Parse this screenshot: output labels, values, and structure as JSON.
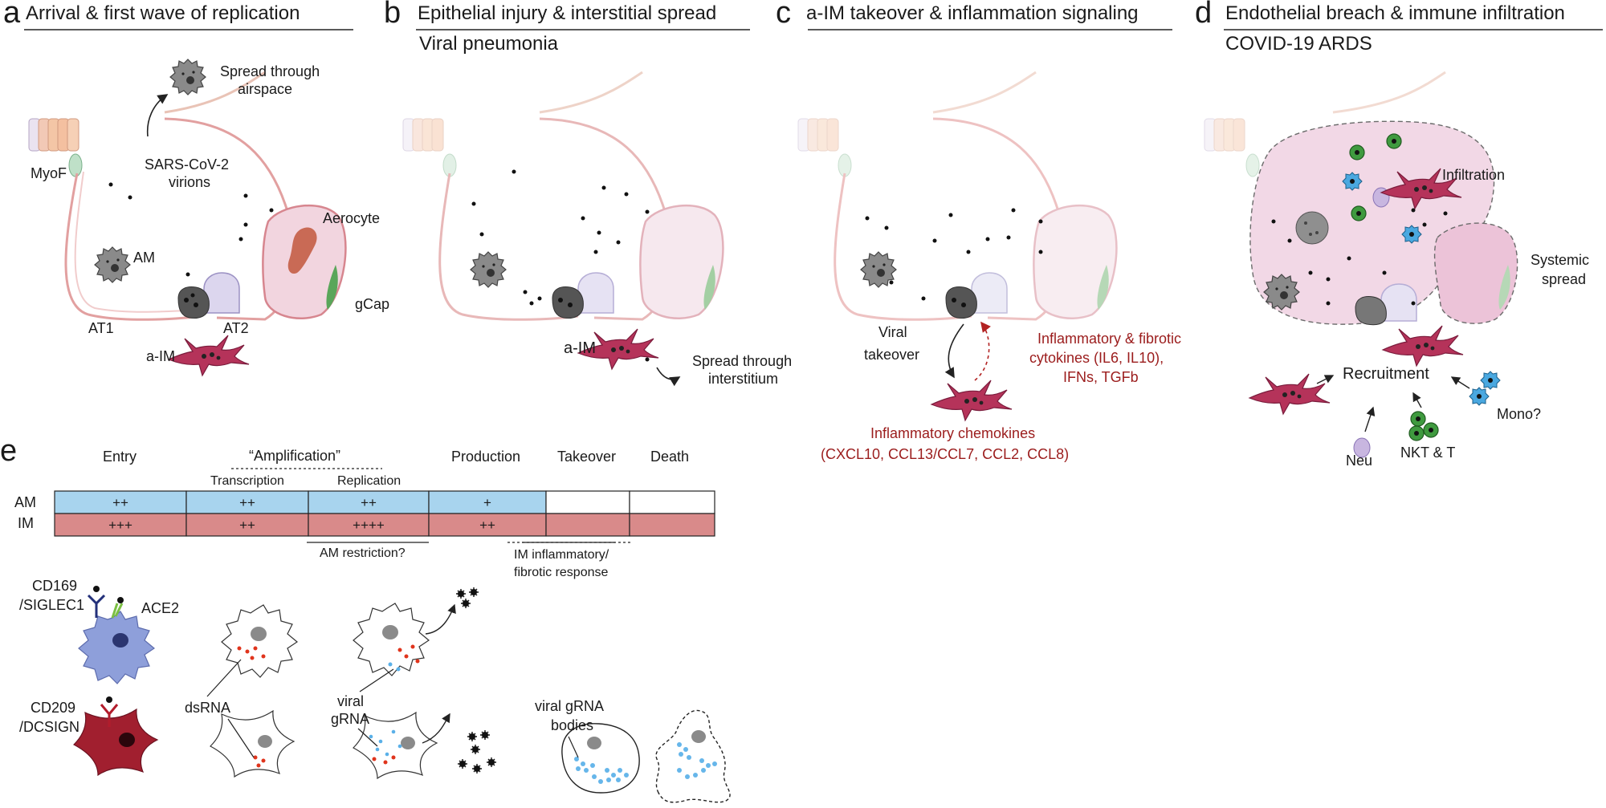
{
  "panels": [
    {
      "letter": "a",
      "title": "Arrival & first wave of replication",
      "subtitle": ""
    },
    {
      "letter": "b",
      "title": "Epithelial injury & interstitial spread",
      "subtitle": "Viral pneumonia"
    },
    {
      "letter": "c",
      "title": "a-IM takeover & inflammation signaling",
      "subtitle": ""
    },
    {
      "letter": "d",
      "title": "Endothelial breach & immune infiltration",
      "subtitle": "COVID-19 ARDS"
    }
  ],
  "panel_a": {
    "spread_airspace": [
      "Spread through",
      "airspace"
    ],
    "virions": [
      "SARS-CoV-2",
      "virions"
    ],
    "myof": "MyoF",
    "aerocyte": "Aerocyte",
    "am": "AM",
    "gcap": "gCap",
    "at1": "AT1",
    "at2": "AT2",
    "aim": "a-IM"
  },
  "panel_b": {
    "aim": "a-IM",
    "spread_interstitium": [
      "Spread through",
      "interstitium"
    ]
  },
  "panel_c": {
    "viral_takeover": [
      "Viral",
      "takeover"
    ],
    "cytokines": [
      "Inflammatory & fibrotic",
      "cytokines (IL6, IL10),",
      "IFNs, TGFb"
    ],
    "chemokines": [
      "Inflammatory chemokines",
      "(CXCL10, CCL13/CCL7, CCL2, CCL8)"
    ]
  },
  "panel_d": {
    "infiltration": "Infiltration",
    "systemic": [
      "Systemic",
      "spread"
    ],
    "recruitment": "Recruitment",
    "neu": "Neu",
    "nkt": "NKT & T",
    "mono": "Mono?"
  },
  "panel_e": {
    "letter": "e",
    "amplification": "“Amplification”",
    "stages": [
      "Entry",
      "Transcription",
      "Replication",
      "Production",
      "Takeover",
      "Death"
    ],
    "rows": [
      {
        "label": "AM",
        "values": [
          "++",
          "++",
          "++",
          "+",
          "",
          ""
        ],
        "color": "#a8d4ee"
      },
      {
        "label": "IM",
        "values": [
          "+++",
          "++",
          "++++",
          "++",
          "",
          ""
        ],
        "color": "#d98a8a"
      }
    ],
    "am_restriction": "AM restriction?",
    "im_response": [
      "IM inflammatory/",
      "fibrotic response"
    ],
    "cd169": [
      "CD169",
      "/SIGLEC1"
    ],
    "ace2": "ACE2",
    "cd209": [
      "CD209",
      "/DCSIGN"
    ],
    "dsrna": "dsRNA",
    "viral_grna": [
      "viral",
      "gRNA"
    ],
    "grna_bodies": [
      "viral gRNA",
      "bodies"
    ]
  }
}
